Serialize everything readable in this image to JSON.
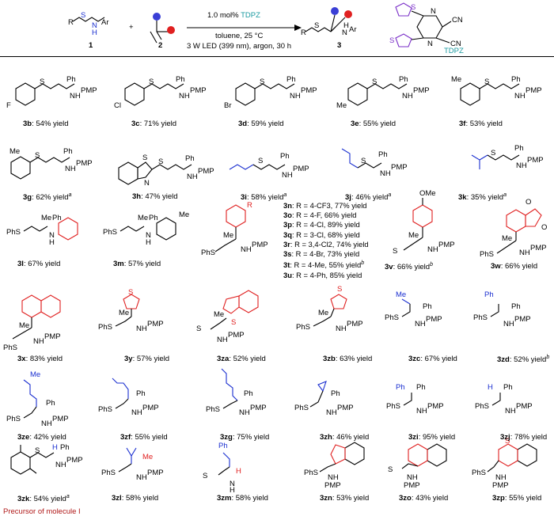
{
  "scheme": {
    "reactant1_label": "1",
    "reactant2_label": "2",
    "product_label": "3",
    "plus": "+",
    "reactant1_atoms": {
      "R": "R",
      "S": "S",
      "N": "N",
      "H": "H",
      "Ar": "Ar"
    },
    "product_atoms": {
      "R": "R",
      "S": "S",
      "N": "N",
      "H": "H",
      "Ar": "Ar"
    },
    "conditions": {
      "line1_prefix": "1.0 mol%",
      "catalyst": "TDPZ",
      "line2": "toluene, 25 °C",
      "line3": "3 W LED (399 nm), argon, 30 h"
    },
    "catalyst_label": "TDPZ",
    "catalyst_atoms": {
      "S1": "S",
      "S2": "S",
      "N1": "N",
      "N2": "N",
      "CN1": "CN",
      "CN2": "CN"
    },
    "colors": {
      "red": "#e02020",
      "blue": "#1a2fd0",
      "purple": "#7a2fc8",
      "teal": "#1a9aa0"
    }
  },
  "compounds": [
    {
      "id": "3b",
      "yield": "54% yield",
      "note": ""
    },
    {
      "id": "3c",
      "yield": "71% yield",
      "note": ""
    },
    {
      "id": "3d",
      "yield": "59% yield",
      "note": ""
    },
    {
      "id": "3e",
      "yield": "55% yield",
      "note": ""
    },
    {
      "id": "3f",
      "yield": "53% yield",
      "note": ""
    },
    {
      "id": "3g",
      "yield": "62% yield",
      "note": "a"
    },
    {
      "id": "3h",
      "yield": "47% yield",
      "note": ""
    },
    {
      "id": "3i",
      "yield": "58% yield",
      "note": "a"
    },
    {
      "id": "3j",
      "yield": "46% yield",
      "note": "a"
    },
    {
      "id": "3k",
      "yield": "35% yield",
      "note": "a"
    },
    {
      "id": "3l",
      "yield": "67% yield",
      "note": ""
    },
    {
      "id": "3m",
      "yield": "57% yield",
      "note": ""
    },
    {
      "id": "3v",
      "yield": "66% yield",
      "note": "b"
    },
    {
      "id": "3w",
      "yield": "66% yield",
      "note": ""
    },
    {
      "id": "3x",
      "yield": "83% yield",
      "note": ""
    },
    {
      "id": "3y",
      "yield": "57% yield",
      "note": ""
    },
    {
      "id": "3za",
      "yield": "52% yield",
      "note": ""
    },
    {
      "id": "3zb",
      "yield": "63% yield",
      "note": ""
    },
    {
      "id": "3zc",
      "yield": "67% yield",
      "note": ""
    },
    {
      "id": "3zd",
      "yield": "52% yield",
      "note": "b"
    },
    {
      "id": "3ze",
      "yield": "42% yield",
      "note": ""
    },
    {
      "id": "3zf",
      "yield": "55% yield",
      "note": ""
    },
    {
      "id": "3zg",
      "yield": "75% yield",
      "note": ""
    },
    {
      "id": "3zh",
      "yield": "46% yield",
      "note": ""
    },
    {
      "id": "3zi",
      "yield": "95% yield",
      "note": ""
    },
    {
      "id": "3zj",
      "yield": "78% yield",
      "note": ""
    },
    {
      "id": "3zk",
      "yield": "54% yield",
      "note": "a"
    },
    {
      "id": "3zl",
      "yield": "58% yield",
      "note": ""
    },
    {
      "id": "3zm",
      "yield": "58% yield",
      "note": ""
    },
    {
      "id": "3zn",
      "yield": "53% yield",
      "note": ""
    },
    {
      "id": "3zo",
      "yield": "43% yield",
      "note": ""
    },
    {
      "id": "3zp",
      "yield": "55% yield",
      "note": ""
    }
  ],
  "aryl_list": [
    {
      "id": "3n",
      "text": "R = 4-CF3, 77% yield",
      "note": ""
    },
    {
      "id": "3o",
      "text": "R = 4-F, 66% yield",
      "note": ""
    },
    {
      "id": "3p",
      "text": "R = 4-Cl, 89% yield",
      "note": ""
    },
    {
      "id": "3q",
      "text": "R = 3-Cl, 68% yield",
      "note": ""
    },
    {
      "id": "3r",
      "text": "R = 3,4-Cl2, 74% yield",
      "note": ""
    },
    {
      "id": "3s",
      "text": "R = 4-Br, 73% yield",
      "note": ""
    },
    {
      "id": "3t",
      "text": "R = 4-Me, 55% yield",
      "note": "b"
    },
    {
      "id": "3u",
      "text": "R = 4-Ph, 85% yield",
      "note": ""
    }
  ],
  "precursor_note": "Precursor of molecule I",
  "atom_text": {
    "S": "S",
    "Ph": "Ph",
    "N": "N",
    "H": "H",
    "PMP": "PMP",
    "NH": "NH",
    "PhS": "PhS",
    "F": "F",
    "Cl": "Cl",
    "Br": "Br",
    "Me": "Me",
    "R": "R",
    "OMe": "OMe",
    "O": "O"
  }
}
